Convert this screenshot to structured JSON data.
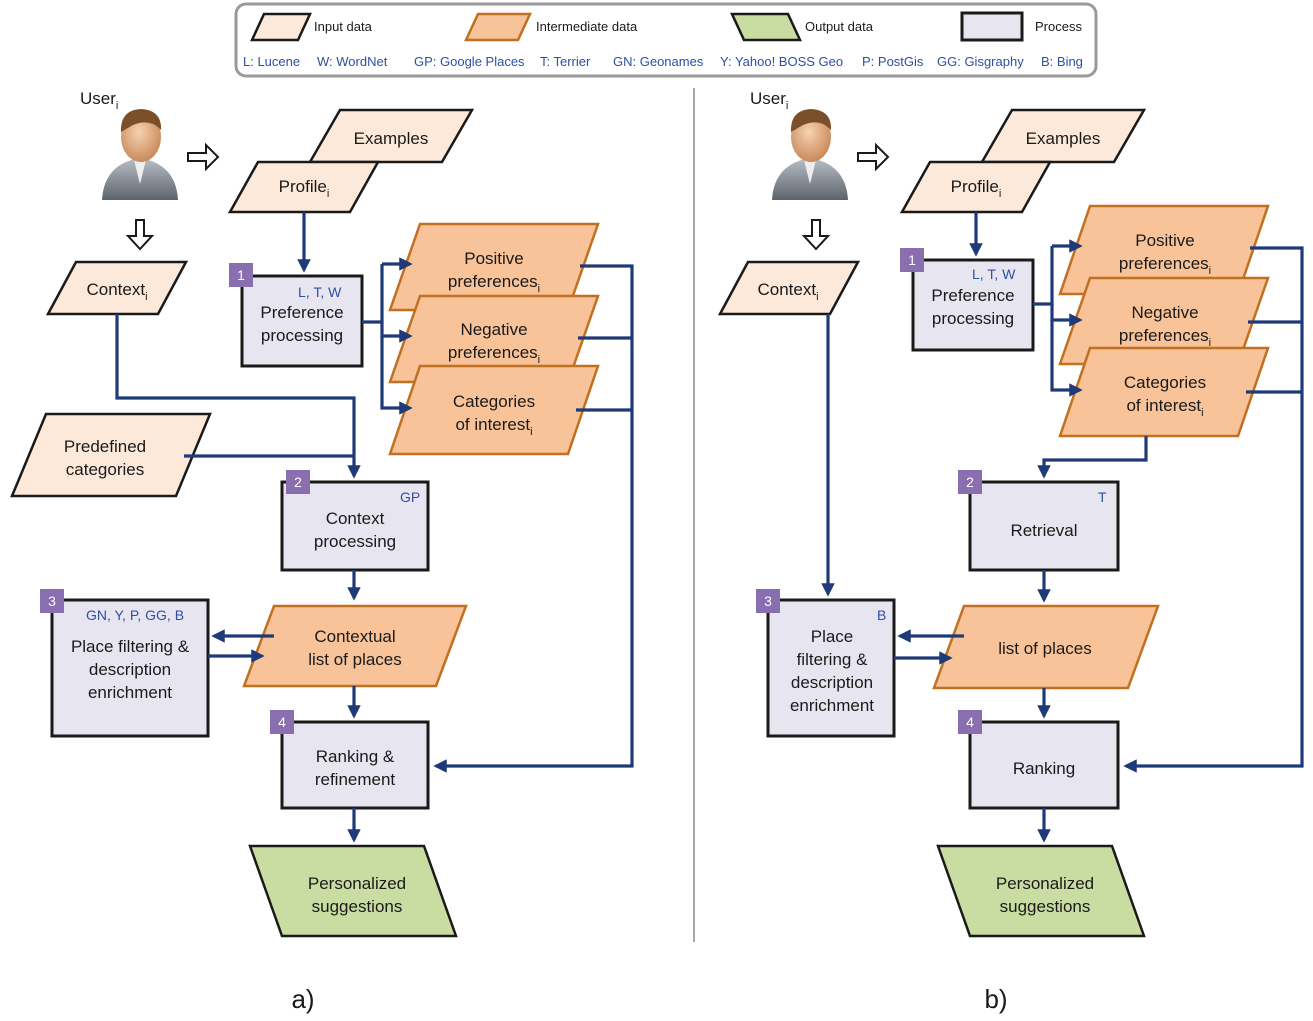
{
  "legend": {
    "input": "Input data",
    "intermediate": "Intermediate data",
    "output": "Output data",
    "process": "Process",
    "abbreviations": [
      "L: Lucene",
      "W: WordNet",
      "GP: Google Places",
      "T: Terrier",
      "GN: Geonames",
      "Y: Yahoo! BOSS Geo",
      "P: PostGis",
      "GG: Gisgraphy",
      "B: Bing"
    ]
  },
  "colors": {
    "input": "#fde9da",
    "intermediate": "#f8c398",
    "output": "#c9dca2",
    "process": "#e7e6f0",
    "flow": "#1f3a78",
    "badge": "#8a6fb0",
    "tool_text": "#2e4fa3"
  },
  "panel_a": {
    "caption": "a)",
    "user": "User",
    "user_sub": "i",
    "examples": "Examples",
    "profile": "Profile",
    "profile_sub": "i",
    "context": "Context",
    "context_sub": "i",
    "predefined": [
      "Predefined",
      "categories"
    ],
    "positive": [
      "Positive",
      "preferences"
    ],
    "positive_sub": "i",
    "negative": [
      "Negative",
      "preferences"
    ],
    "negative_sub": "i",
    "categories": [
      "Categories",
      "of interest"
    ],
    "categories_sub": "i",
    "step1": {
      "num": "1",
      "tools": "L, T, W",
      "lines": [
        "Preference",
        "processing"
      ]
    },
    "step2": {
      "num": "2",
      "tools": "GP",
      "lines": [
        "Context",
        "processing"
      ]
    },
    "step3": {
      "num": "3",
      "tools": "GN, Y, P, GG, B",
      "lines": [
        "Place filtering &",
        "description",
        "enrichment"
      ]
    },
    "step4": {
      "num": "4",
      "lines": [
        "Ranking &",
        "refinement"
      ]
    },
    "places": [
      "Contextual",
      "list of places"
    ],
    "suggestions": [
      "Personalized",
      "suggestions"
    ]
  },
  "panel_b": {
    "caption": "b)",
    "user": "User",
    "user_sub": "i",
    "examples": "Examples",
    "profile": "Profile",
    "profile_sub": "i",
    "context": "Context",
    "context_sub": "i",
    "positive": [
      "Positive",
      "preferences"
    ],
    "positive_sub": "i",
    "negative": [
      "Negative",
      "preferences"
    ],
    "negative_sub": "i",
    "categories": [
      "Categories",
      "of interest"
    ],
    "categories_sub": "i",
    "step1": {
      "num": "1",
      "tools": "L, T, W",
      "lines": [
        "Preference",
        "processing"
      ]
    },
    "step2": {
      "num": "2",
      "tools": "T",
      "lines": [
        "Retrieval"
      ]
    },
    "step3": {
      "num": "3",
      "tools": "B",
      "lines": [
        "Place",
        "filtering &",
        "description",
        "enrichment"
      ]
    },
    "step4": {
      "num": "4",
      "lines": [
        "Ranking"
      ]
    },
    "places": [
      "list of places"
    ],
    "suggestions": [
      "Personalized",
      "suggestions"
    ]
  }
}
